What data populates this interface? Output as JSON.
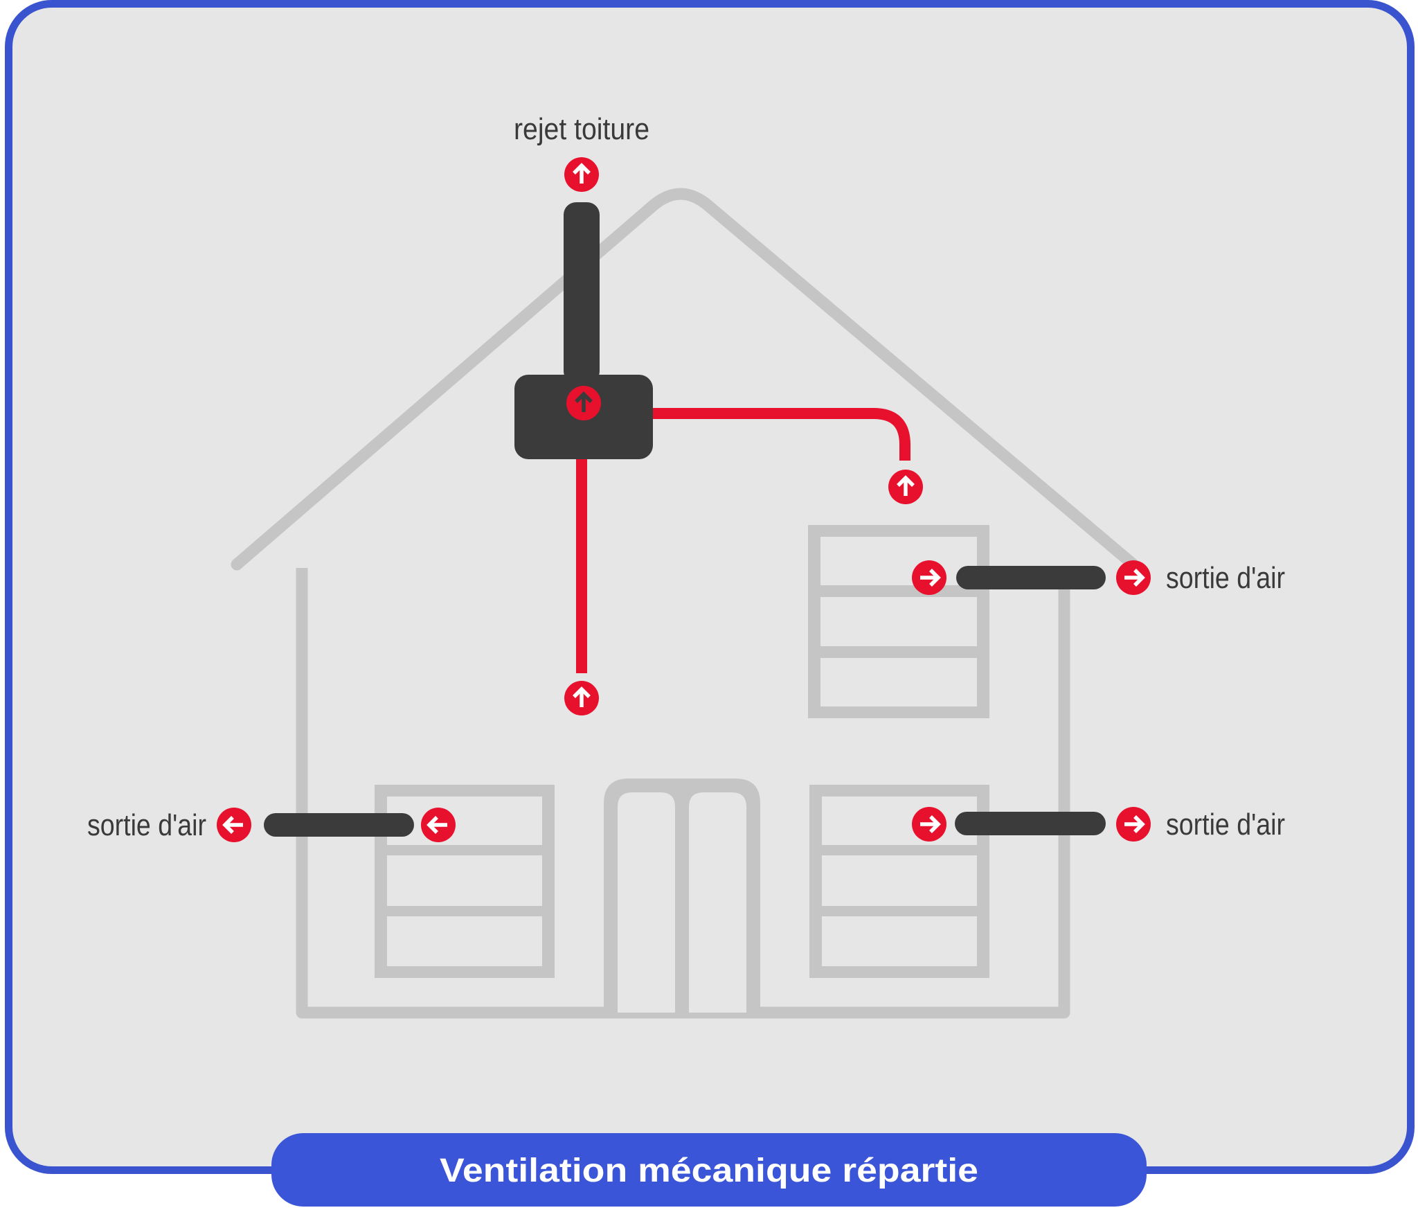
{
  "labels": {
    "roof_exhaust": "rejet toiture",
    "outlet_upper_right": "sortie d'air",
    "outlet_ground_left": "sortie d'air",
    "outlet_ground_right": "sortie d'air"
  },
  "banner": {
    "title": "Ventilation mécanique répartie"
  },
  "icons": {
    "airflow_up": "arrow-up-circle",
    "airflow_right": "arrow-right-circle",
    "airflow_left": "arrow-left-circle"
  },
  "colors": {
    "accent_red": "#e8112d",
    "duct_dark": "#3b3b3b",
    "house_gray": "#c5c5c5",
    "card_background": "#e6e6e6",
    "card_border_blue": "#3a53cf",
    "banner_blue": "#3b55d8",
    "label_text": "#3a3a3a",
    "page_background": "#ffffff"
  }
}
